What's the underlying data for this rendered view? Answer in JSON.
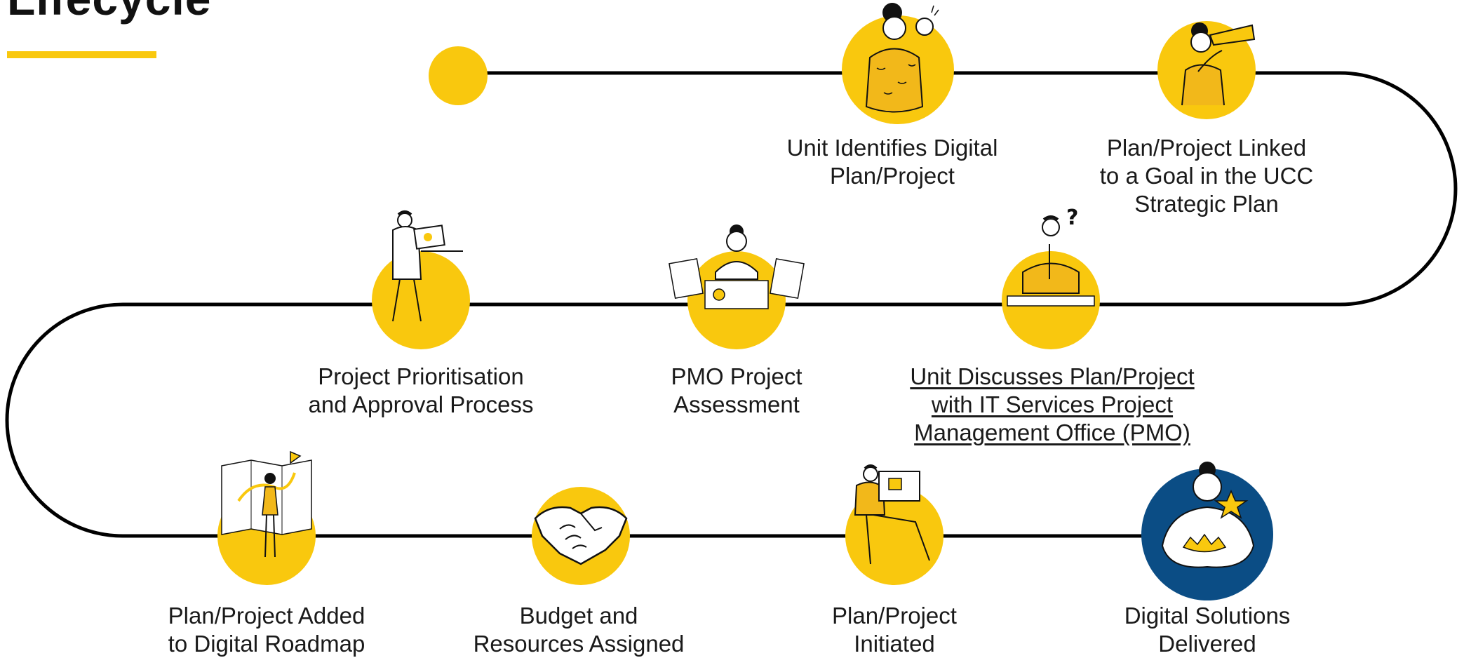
{
  "title": "Lifecycle",
  "colors": {
    "accent": "#f9c80e",
    "final": "#0b4d85",
    "line": "#000000"
  },
  "steps": [
    {
      "id": 1,
      "lines": [
        "Unit Identifies Digital",
        "Plan/Project"
      ],
      "icon": "person-lightbulb-icon",
      "link": false
    },
    {
      "id": 2,
      "lines": [
        "Plan/Project Linked",
        "to a Goal in the UCC",
        "Strategic Plan"
      ],
      "icon": "person-telescope-icon",
      "link": false
    },
    {
      "id": 3,
      "lines": [
        "Unit Discusses Plan/Project",
        "with IT Services Project",
        "Management Office (PMO)"
      ],
      "icon": "person-thinking-icon",
      "link": true
    },
    {
      "id": 4,
      "lines": [
        "PMO Project",
        "Assessment"
      ],
      "icon": "person-documents-icon",
      "link": false
    },
    {
      "id": 5,
      "lines": [
        "Project Prioritisation",
        "and Approval Process"
      ],
      "icon": "person-laptop-icon",
      "link": false
    },
    {
      "id": 6,
      "lines": [
        "Plan/Project Added",
        "to Digital Roadmap"
      ],
      "icon": "person-map-icon",
      "link": false
    },
    {
      "id": 7,
      "lines": [
        "Budget and",
        "Resources Assigned"
      ],
      "icon": "handshake-icon",
      "link": false
    },
    {
      "id": 8,
      "lines": [
        "Plan/Project",
        "Initiated"
      ],
      "icon": "person-monitor-icon",
      "link": false
    },
    {
      "id": 9,
      "lines": [
        "Digital Solutions",
        "Delivered"
      ],
      "icon": "person-star-icon",
      "link": false
    }
  ]
}
